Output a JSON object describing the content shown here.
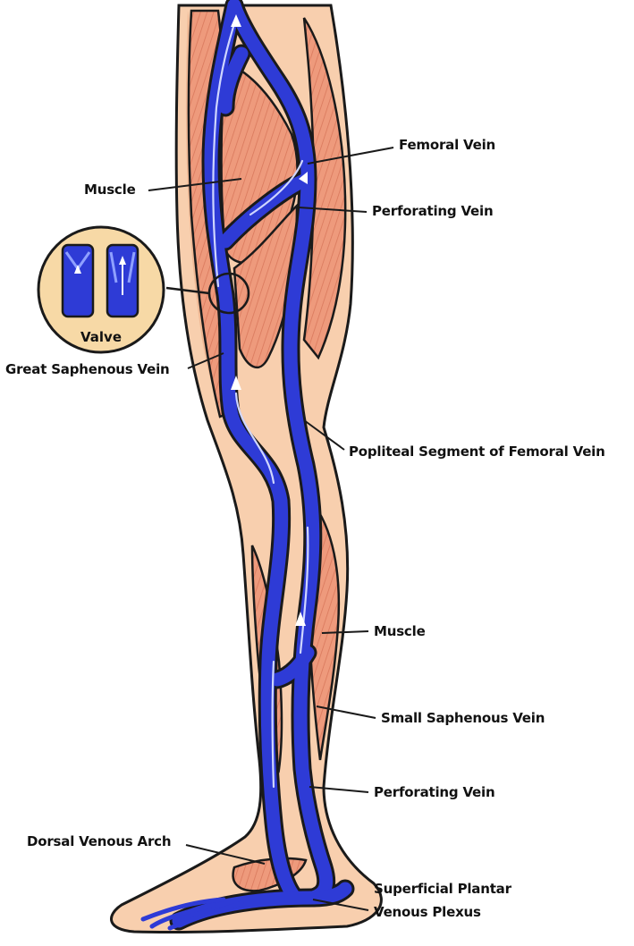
{
  "diagram": {
    "labels": {
      "femoral_vein": "Femoral Vein",
      "muscle_thigh": "Muscle",
      "perforating_vein_upper": "Perforating Vein",
      "valve": "Valve",
      "great_saphenous_vein": "Great Saphenous Vein",
      "popliteal_segment": "Popliteal Segment of Femoral Vein",
      "muscle_calf": "Muscle",
      "small_saphenous_vein": "Small Saphenous Vein",
      "perforating_vein_lower": "Perforating Vein",
      "dorsal_venous_arch": "Dorsal Venous Arch",
      "superficial_plantar_line1": "Superficial Plantar",
      "superficial_plantar_line2": "Venous Plexus"
    },
    "colors": {
      "skin": "#f8cfae",
      "skin_shadow": "#efb894",
      "muscle": "#ee9a7c",
      "muscle_stripe": "#d9785c",
      "vein": "#2e3bd6",
      "vein_highlight": "#8fa0ff",
      "outline": "#1a1a1a",
      "valve_bg": "#f7d9a6"
    }
  }
}
